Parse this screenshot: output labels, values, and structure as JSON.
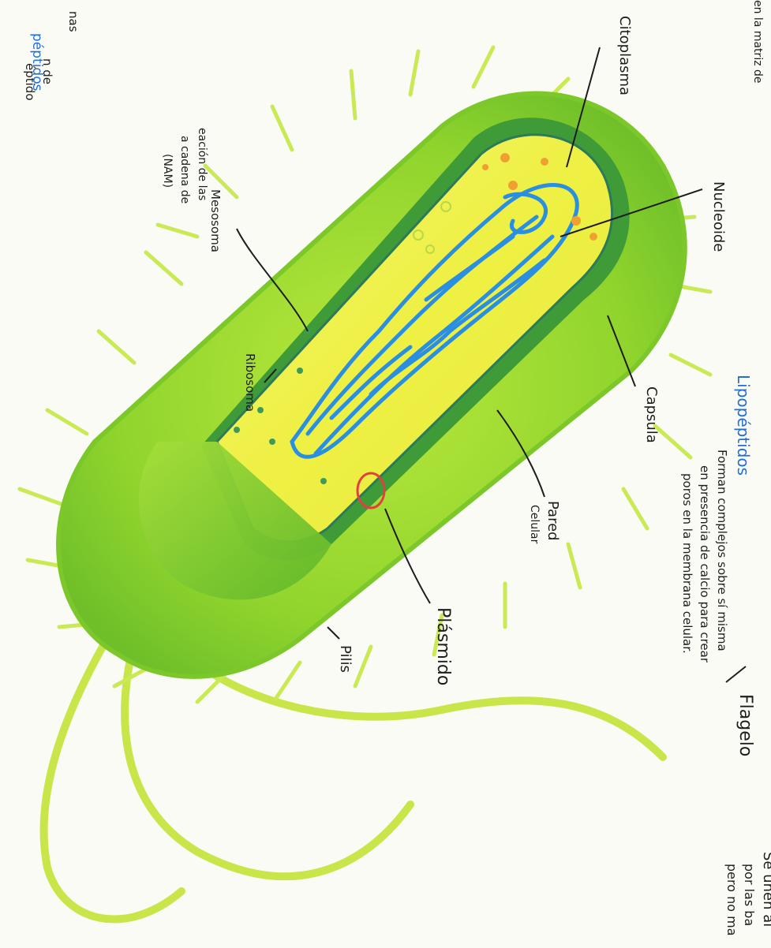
{
  "labels": {
    "citoplasma": "Citoplasma",
    "nucleoide": "Nucleoide",
    "capsula": "Capsula",
    "pared": "Pared",
    "celular": "Celular",
    "plasmido": "Plásmido",
    "pilis": "Pilis",
    "flagelo": "Flagelo",
    "mesosoma": "Mesosoma",
    "ribosoma": "Ribosoma"
  },
  "notes": {
    "lipopeptidos_heading": "Lipopéptidos",
    "lipopeptidos_line1": "Forman complejos sobre sí misma",
    "lipopeptidos_line2": "en presencia de calcio para crear",
    "lipopeptidos_line3": "poros en la membrana celular.",
    "right_line1": "Se unen al",
    "right_line2": "por las ba",
    "right_line3": "pero no ma",
    "left_top": "en la matriz de",
    "left_1": "nas",
    "left_2": "n de",
    "left_3": "éptido",
    "left_heading": "péptidos",
    "left_4": "eación de las",
    "left_5": "a cadena de",
    "left_6": "(NAM)"
  }
}
